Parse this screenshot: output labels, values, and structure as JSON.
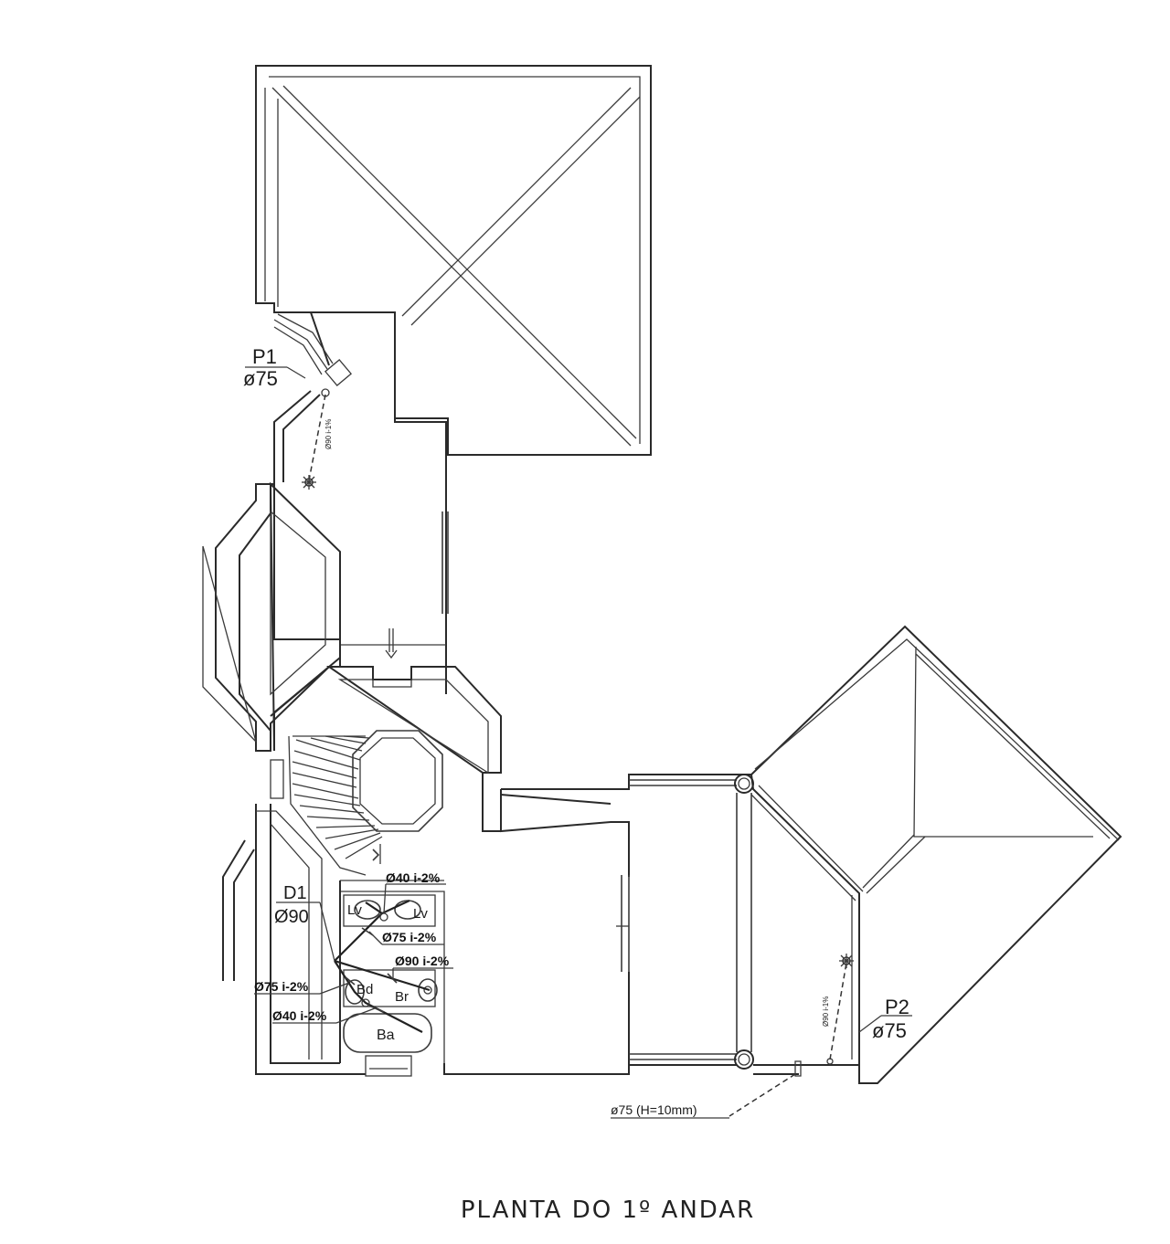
{
  "title": "PLANTA DO 1º ANDAR",
  "labels": {
    "p1_id": "P1",
    "p1_dia": "ø75",
    "p2_id": "P2",
    "p2_dia": "ø75",
    "d1_id": "D1",
    "d1_dia": "Ø90",
    "pipe_40_top": "Ø40 i-2%",
    "pipe_75_mid": "Ø75 i-2%",
    "pipe_90": "Ø90 i-2%",
    "pipe_75_left": "Ø75 i-2%",
    "pipe_40_left": "Ø40 i-2%",
    "outlet": "ø75 (H=10mm)",
    "slope_p1": "Ø90 i-1%",
    "slope_p2": "Ø90 i-1%"
  },
  "fixtures": {
    "lv1": "Lv",
    "lv2": "Lv",
    "bd": "Bd",
    "br": "Br",
    "ba": "Ba"
  }
}
